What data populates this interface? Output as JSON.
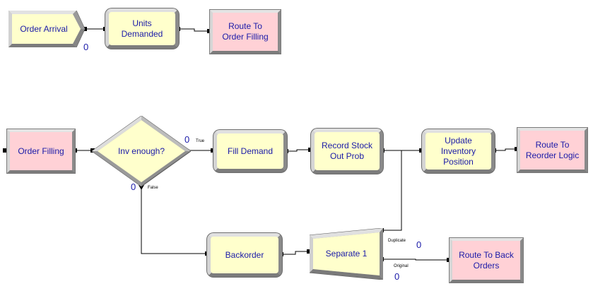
{
  "modules": {
    "order_arrival": "Order Arrival",
    "units_demanded": "Units Demanded",
    "route_to_order_filling": "Route To Order Filling",
    "order_filling": "Order Filling",
    "inv_enough": "Inv enough?",
    "fill_demand": "Fill Demand",
    "record_stock_out": "Record Stock Out Prob",
    "update_inventory": "Update Inventory Position",
    "route_to_reorder": "Route To Reorder Logic",
    "backorder": "Backorder",
    "separate_1": "Separate 1",
    "route_to_back_orders": "Route To Back Orders"
  },
  "counters": {
    "create": "0",
    "decide_true": "0",
    "decide_false": "0",
    "separate_duplicate": "0",
    "separate_original": "0"
  },
  "branch_labels": {
    "true": "True",
    "false": "False",
    "duplicate": "Duplicate",
    "original": "Original"
  },
  "colors": {
    "process_fill": "#ffffcc",
    "route_fill": "#ffd1d6",
    "module_text": "#1a1aa8",
    "connector": "#000000"
  }
}
